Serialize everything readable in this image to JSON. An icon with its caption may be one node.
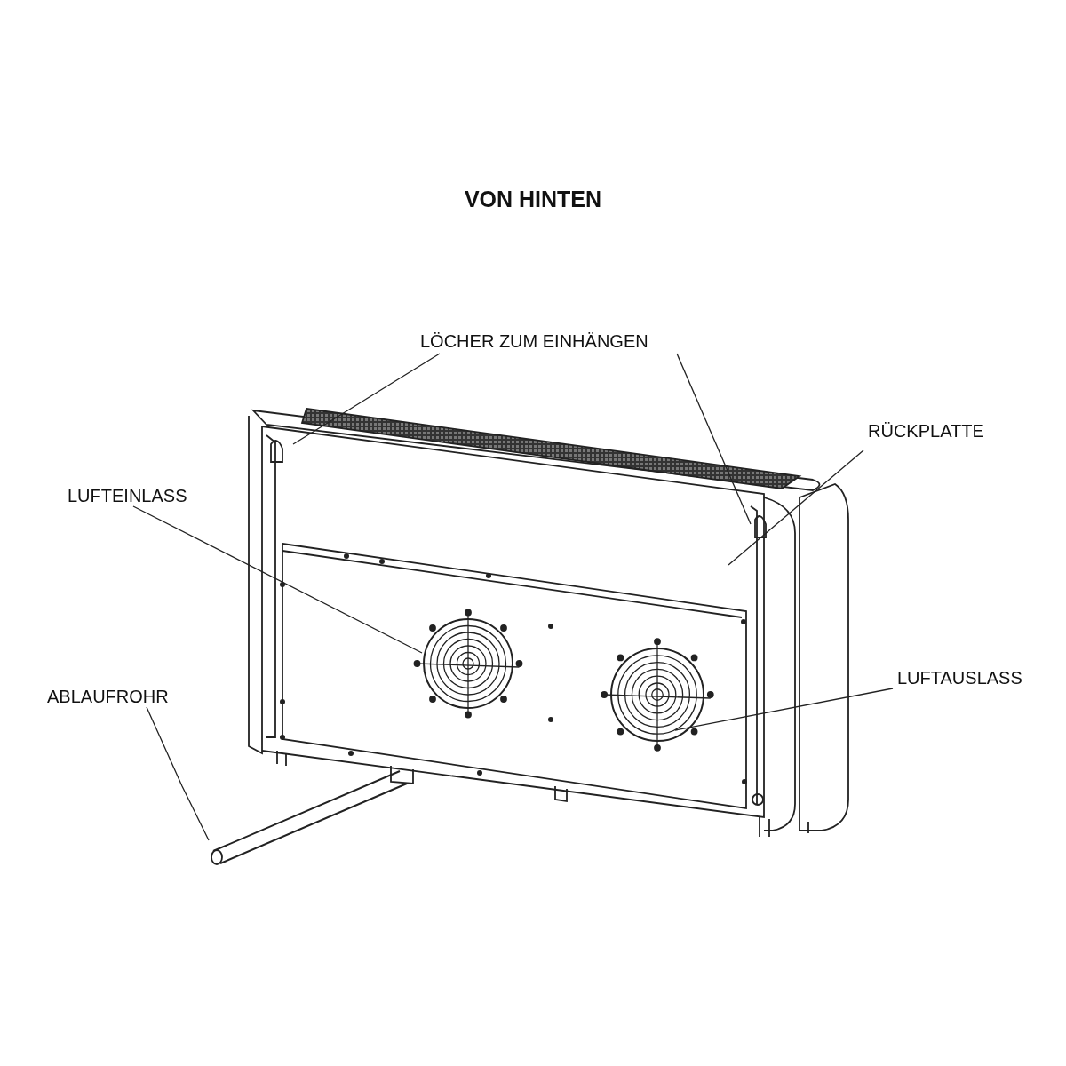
{
  "diagram": {
    "title": "VON HINTEN",
    "nodes": [
      {
        "text": [
          "LÖCHER ZUM EINHÄNGEN"
        ]
      },
      {
        "text": [
          "RÜCKPLATTE"
        ]
      },
      {
        "text": [
          "LUFTEINLASS"
        ]
      },
      {
        "text": [
          "LUFTAUSLASS"
        ]
      },
      {
        "text": [
          "ABLAUFROHR"
        ]
      }
    ],
    "edges": [
      {
        "from": 0,
        "to": null,
        "arrow": "none"
      },
      {
        "from": 0,
        "to": null,
        "arrow": "none"
      },
      {
        "from": 1,
        "to": null,
        "arrow": "none"
      },
      {
        "from": 2,
        "to": null,
        "arrow": "none"
      },
      {
        "from": 3,
        "to": null,
        "arrow": "none"
      },
      {
        "from": 4,
        "to": null,
        "arrow": "none"
      }
    ]
  }
}
